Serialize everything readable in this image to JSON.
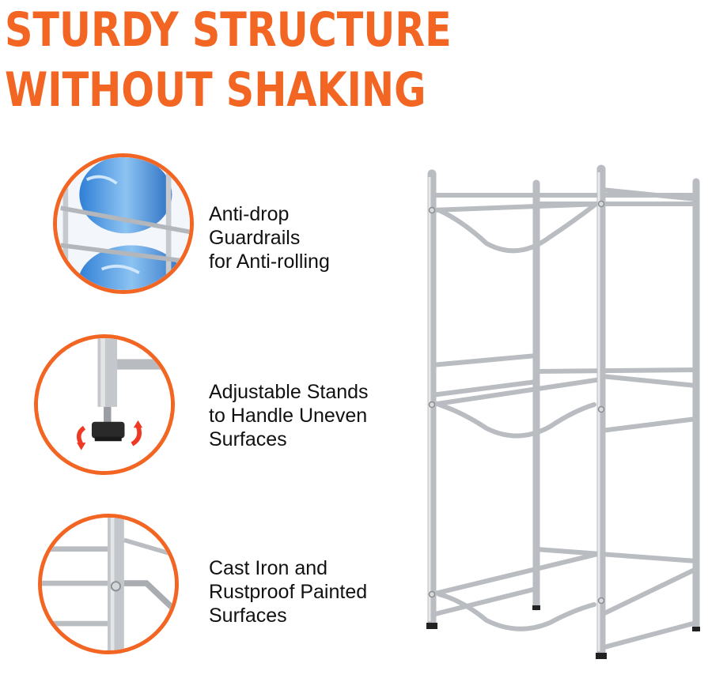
{
  "headline": {
    "line1": "STURDY STRUCTURE",
    "line2": "WITHOUT SHAKING",
    "color": "#f26522"
  },
  "features": [
    {
      "icon": "water-bottle-guardrail-icon",
      "lines": [
        "Anti-drop",
        "Guardrails",
        "for Anti-rolling"
      ]
    },
    {
      "icon": "adjustable-foot-icon",
      "lines": [
        "Adjustable Stands",
        "to Handle Uneven",
        "Surfaces"
      ]
    },
    {
      "icon": "metal-joint-icon",
      "lines": [
        "Cast Iron and",
        "Rustproof Painted",
        "Surfaces"
      ]
    }
  ],
  "colors": {
    "accent": "#f26522",
    "metal": "#b9bcc0",
    "text": "#111111"
  }
}
